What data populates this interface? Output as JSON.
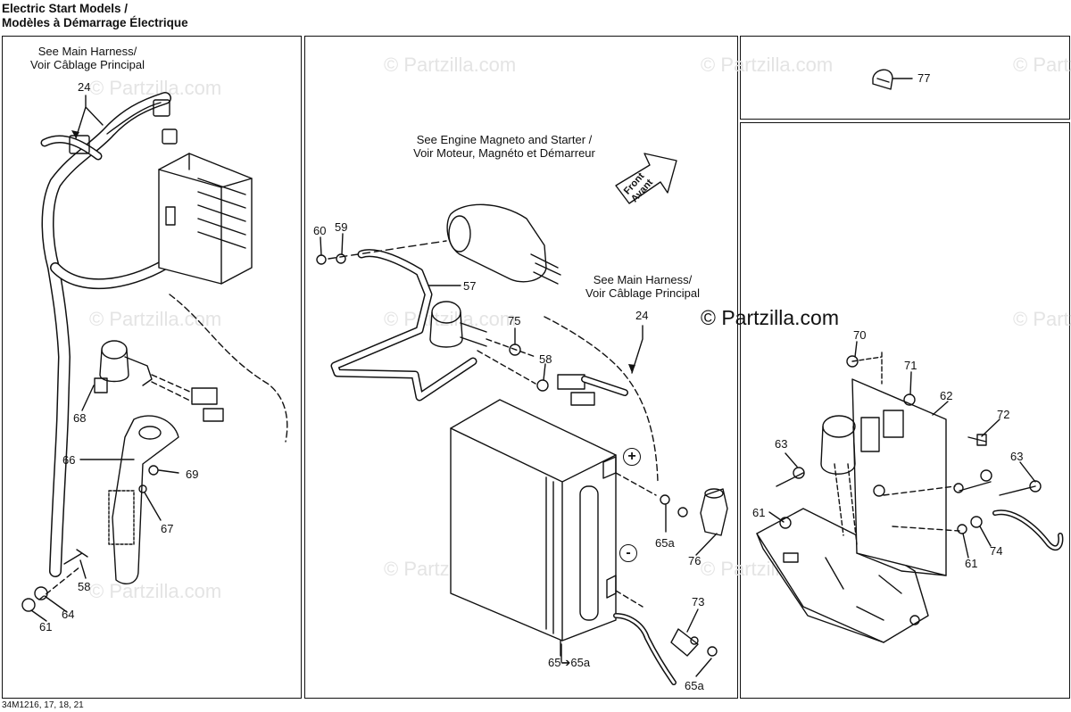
{
  "title": {
    "line1": "Electric Start Models /",
    "line2": "Modèles à Démarrage Électrique"
  },
  "watermark": {
    "text": "© Partzilla.com",
    "brand": "© Partzilla.com"
  },
  "diagram_code": "34M1216, 17, 18, 21",
  "notes": {
    "main_harness_left": [
      "See Main Harness/",
      "Voir Câblage Principal"
    ],
    "engine_starter": [
      "See Engine Magneto and Starter /",
      "Voir Moteur, Magnéto et Démarreur"
    ],
    "main_harness_center": [
      "See Main Harness/",
      "Voir Câblage Principal"
    ],
    "front": [
      "Front",
      "Avant"
    ]
  },
  "terminals": {
    "positive": "+",
    "negative": "-"
  },
  "callouts": {
    "left": [
      "24",
      "68",
      "66",
      "69",
      "67",
      "58",
      "64",
      "61"
    ],
    "center": [
      "60",
      "59",
      "57",
      "75",
      "58",
      "24",
      "65a",
      "76",
      "73",
      "65➔65a",
      "65a"
    ],
    "top_right": [
      "77"
    ],
    "right": [
      "70",
      "71",
      "62",
      "72",
      "63",
      "63",
      "61",
      "74",
      "61"
    ]
  },
  "colors": {
    "line": "#111111",
    "watermark": "#e4e4e4",
    "background": "#ffffff"
  }
}
